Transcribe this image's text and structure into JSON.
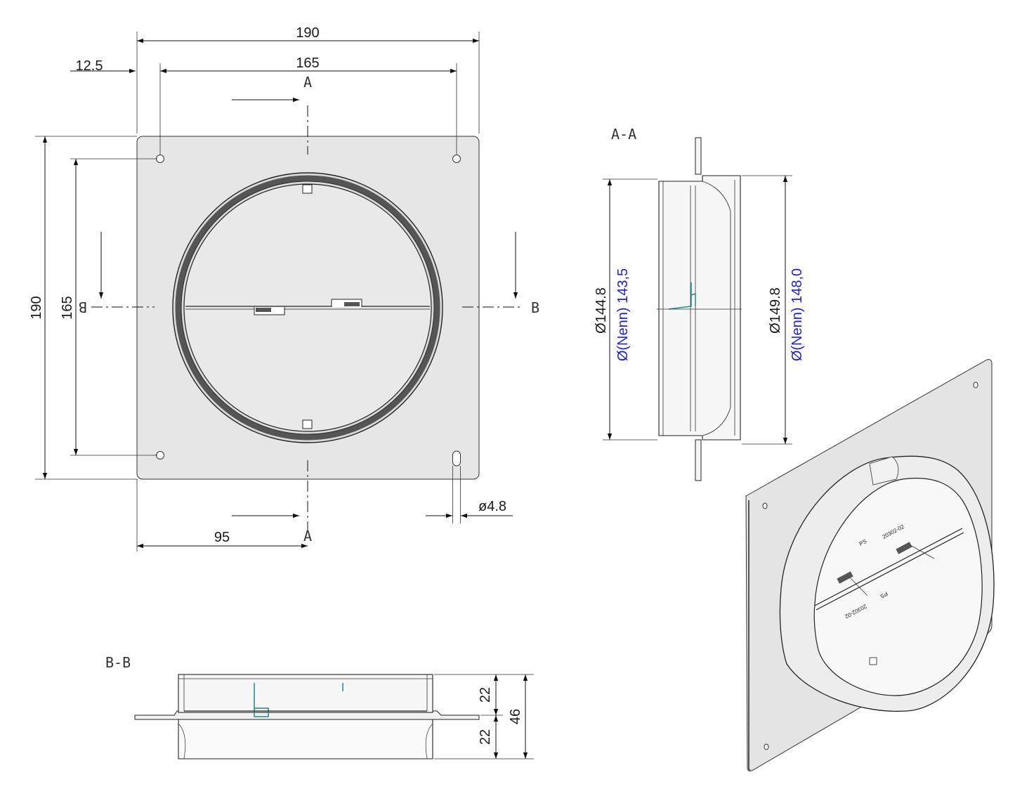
{
  "front_view": {
    "dim_width_total": "190",
    "dim_hole_spacing_x": "165",
    "dim_hole_offset": "12.5",
    "dim_center_offset": "95",
    "dim_height_total": "190",
    "dim_hole_spacing_y": "165",
    "dim_hole_diameter": "ø4.8",
    "cut_label_a": "A",
    "cut_label_b": "B"
  },
  "section_aa": {
    "title": "A-A",
    "dim_inner_diameter": "Ø144.8",
    "nominal_inner": "Ø(Nenn) 143,5",
    "dim_outer_diameter": "Ø149.8",
    "nominal_outer": "Ø(Nenn) 148,0"
  },
  "section_bb": {
    "title": "B-B",
    "dim_upper": "22",
    "dim_lower": "22",
    "dim_total": "46"
  },
  "iso_view": {
    "part_marking_1": "20302-02",
    "part_marking_2": "PS",
    "part_marking_3": "20302-02",
    "part_marking_4": "PS"
  },
  "colors": {
    "line": "#111111",
    "plate_fill": "#e6e6e6",
    "nominal_text": "#1f1fd0",
    "damper_spring": "#1a8a8a"
  }
}
